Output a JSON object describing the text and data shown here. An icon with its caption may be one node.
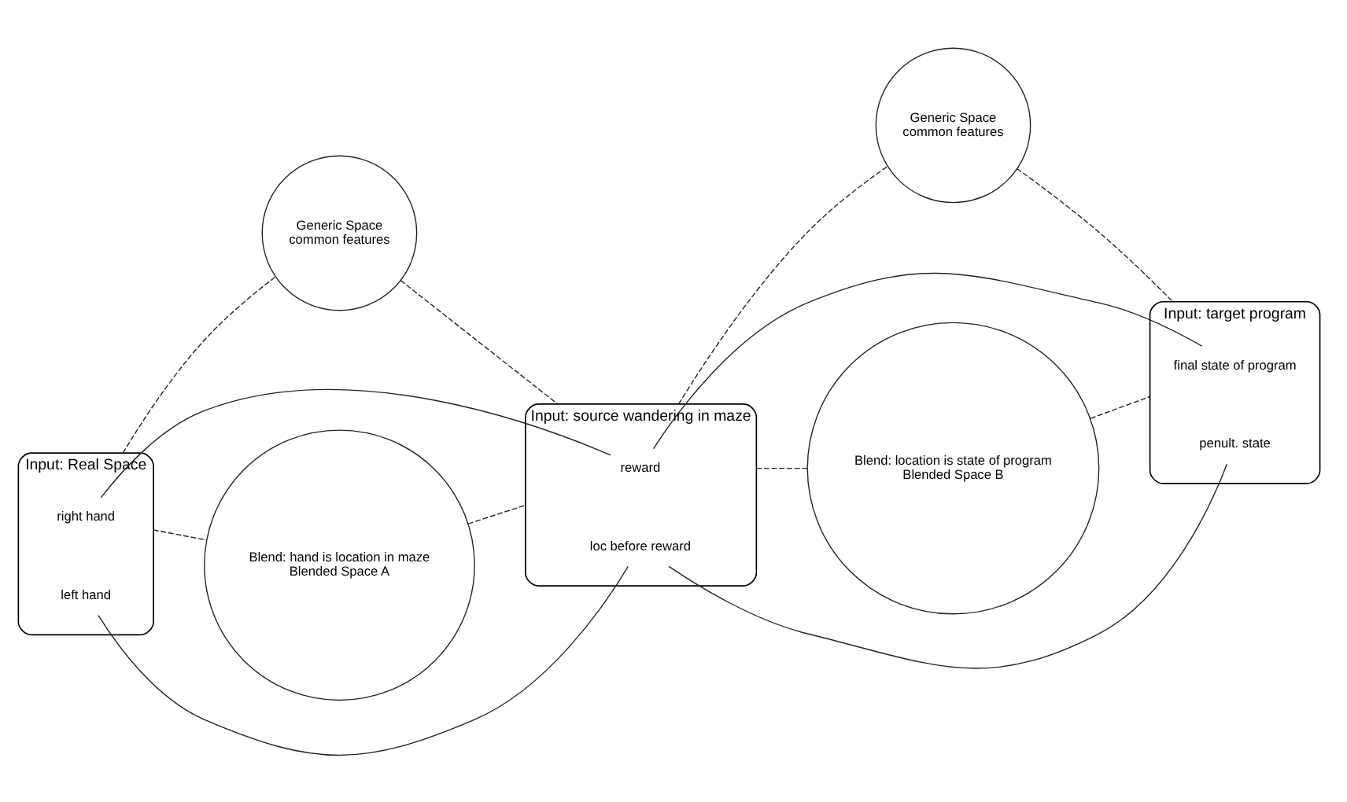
{
  "diagram": {
    "nodes": [
      {
        "text": [
          "Generic Space",
          "common features"
        ]
      },
      {
        "text": [
          "Input: Real Space"
        ]
      },
      {
        "text": [
          "right hand"
        ],
        "in": 1
      },
      {
        "text": [
          "left hand"
        ],
        "in": 1
      },
      {
        "text": [
          "Generic Space",
          "common features"
        ]
      },
      {
        "text": [
          "Input: source wandering in maze"
        ]
      },
      {
        "text": [
          "reward"
        ],
        "in": 5
      },
      {
        "text": [
          "loc before reward"
        ],
        "in": 5
      },
      {
        "text": [
          "Input: target program"
        ]
      },
      {
        "text": [
          "final state of program"
        ],
        "in": 8
      },
      {
        "text": [
          "penult. state"
        ],
        "in": 8
      },
      {
        "text": [
          "Blend: hand is location in maze",
          "Blended Space A"
        ]
      },
      {
        "text": [
          "Blend: location is state of program",
          "Blended Space B"
        ]
      }
    ],
    "edges": [
      {
        "from": 1,
        "to": 0,
        "arrow": "none",
        "style": "dashed"
      },
      {
        "from": 0,
        "to": 5,
        "arrow": "none",
        "style": "dashed"
      },
      {
        "from": 1,
        "to": 11,
        "arrow": "none",
        "style": "dashed"
      },
      {
        "from": 11,
        "to": 5,
        "arrow": "none",
        "style": "dashed"
      },
      {
        "from": 5,
        "to": 4,
        "arrow": "none",
        "style": "dashed"
      },
      {
        "from": 4,
        "to": 8,
        "arrow": "none",
        "style": "dashed"
      },
      {
        "from": 5,
        "to": 12,
        "arrow": "none",
        "style": "dashed"
      },
      {
        "from": 12,
        "to": 8,
        "arrow": "none",
        "style": "dashed"
      },
      {
        "from": 2,
        "to": 6,
        "arrow": "none"
      },
      {
        "from": 3,
        "to": 7,
        "arrow": "none"
      },
      {
        "from": 6,
        "to": 9,
        "arrow": "none"
      },
      {
        "from": 7,
        "to": 10,
        "arrow": "none"
      }
    ]
  }
}
